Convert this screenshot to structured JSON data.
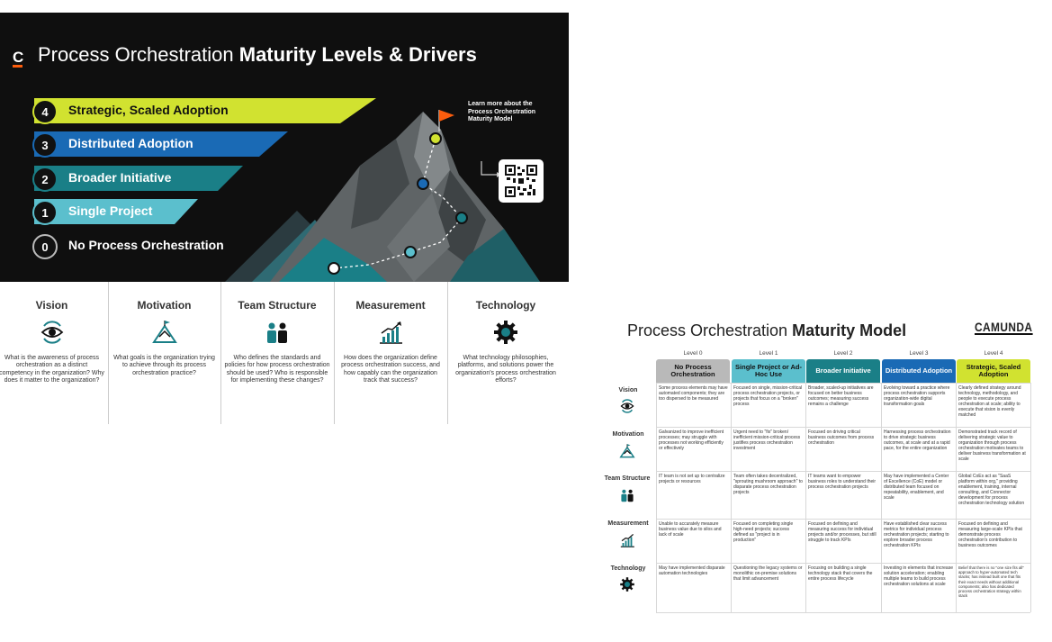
{
  "banner": {
    "logo": "C",
    "title_regular": "Process Orchestration ",
    "title_bold": "Maturity Levels & Drivers",
    "levels": [
      {
        "num": "4",
        "label": "Strategic, Scaled Adoption"
      },
      {
        "num": "3",
        "label": "Distributed Adoption"
      },
      {
        "num": "2",
        "label": "Broader Initiative"
      },
      {
        "num": "1",
        "label": "Single Project"
      },
      {
        "num": "0",
        "label": "No Process Orchestration"
      }
    ],
    "learn_more": "Learn more about the Process Orchestration Maturity Model",
    "colors": {
      "l4": "#d1e230",
      "l3": "#1a6ab5",
      "l2": "#1a7f87",
      "l1": "#5bbfcd",
      "accent": "#fc5d0d"
    }
  },
  "drivers": [
    {
      "title": "Vision",
      "icon": "eye-icon",
      "desc": "What is the awareness of process orchestration as a distinct competency in the organization? Why does it matter to the organization?"
    },
    {
      "title": "Motivation",
      "icon": "mountain-flag-icon",
      "desc": "What goals is the organization trying to achieve through its process orchestration practice?"
    },
    {
      "title": "Team Structure",
      "icon": "people-icon",
      "desc": "Who defines the standards and policies for how process orchestration should be used? Who is responsible for implementing these changes?"
    },
    {
      "title": "Measurement",
      "icon": "bar-chart-icon",
      "desc": "How does the organization define process orchestration success, and how capably can the organization track that success?"
    },
    {
      "title": "Technology",
      "icon": "gear-icon",
      "desc": "What technology philosophies, platforms, and solutions power the organization's process orchestration efforts?"
    }
  ],
  "model": {
    "title_regular": "Process Orchestration ",
    "title_bold": "Maturity Model",
    "brand": "CAMUNDA",
    "levels": [
      {
        "num": "Level 0",
        "name": "No Process Orchestration",
        "color": "#b9b9b9"
      },
      {
        "num": "Level 1",
        "name": "Single Project or Ad-Hoc Use",
        "color": "#5bbfcd"
      },
      {
        "num": "Level 2",
        "name": "Broader Initiative",
        "color": "#1a7f87"
      },
      {
        "num": "Level 3",
        "name": "Distributed Adoption",
        "color": "#1a6ab5"
      },
      {
        "num": "Level 4",
        "name": "Strategic, Scaled Adoption",
        "color": "#d1e230"
      }
    ],
    "rows": [
      {
        "label": "Vision",
        "icon": "eye-icon",
        "cells": [
          "Some process elements may have automated components; they are too dispersed to be measured",
          "Focused on single, mission-critical process orchestration projects, or projects that focus on a \"broken\" process",
          "Broader, scaled-up initiatives are focused on better business outcomes; measuring success remains a challenge",
          "Evolving toward a practice where process orchestration supports organization-wide digital transformation goals",
          "Clearly defined strategy around technology, methodology, and people to execute process orchestration at scale; ability to execute that vision is evenly matched"
        ]
      },
      {
        "label": "Motivation",
        "icon": "mountain-flag-icon",
        "cells": [
          "Galvanized to improve inefficient processes; may struggle with processes not working efficiently or effectively",
          "Urgent need to \"fix\" broken/ inefficient mission-critical process justifies process orchestration investment",
          "Focused on driving critical business outcomes from process orchestration",
          "Harnessing process orchestration to drive strategic business outcomes, at scale and at a rapid pace, for the entire organization",
          "Demonstrated track record of delivering strategic value to organization through process orchestration motivates teams to deliver business transformation at scale"
        ]
      },
      {
        "label": "Team Structure",
        "icon": "people-icon",
        "cells": [
          "IT team is not set up to centralize projects or resources",
          "Team often takes decentralized, \"sprouting mushroom approach\" to disparate process orchestration projects",
          "IT teams want to empower business roles to understand their process orchestration projects",
          "May have implemented a Center of Excellence (CoE) model or distributed team focused on repeatability, enablement, and scale",
          "Global CoEs act as \"SaaS platform within org,\" providing enablement, training, internal consulting, and Connector development for process orchestration technology solution"
        ]
      },
      {
        "label": "Measurement",
        "icon": "bar-chart-icon",
        "cells": [
          "Unable to accurately measure business value due to silos and lack of scale",
          "Focused on completing single high-need projects; success defined as \"project is in production\"",
          "Focused on defining and measuring success for individual projects and/or processes, but still struggle to track KPIs",
          "Have established clear success metrics for individual process orchestration projects; starting to explore broader process orchestration KPIs",
          "Focused on defining and measuring large-scale KPIs that demonstrate process orchestration's contribution to business outcomes"
        ]
      },
      {
        "label": "Technology",
        "icon": "gear-icon",
        "cells": [
          "May have implemented disparate automation technologies",
          "Questioning the legacy systems or monolithic on-premise solutions that limit advancement",
          "Focusing on building a single technology stack that covers the entire process lifecycle",
          "Investing in elements that increase solution acceleration; enabling multiple teams to build process orchestration solutions at scale",
          "Belief that there is no \"one size fits all\" approach to hyper-automated tech stacks; has instead built one that fits their exact needs without additional components; also has dedicated process orchestration strategy within stack"
        ]
      }
    ]
  }
}
